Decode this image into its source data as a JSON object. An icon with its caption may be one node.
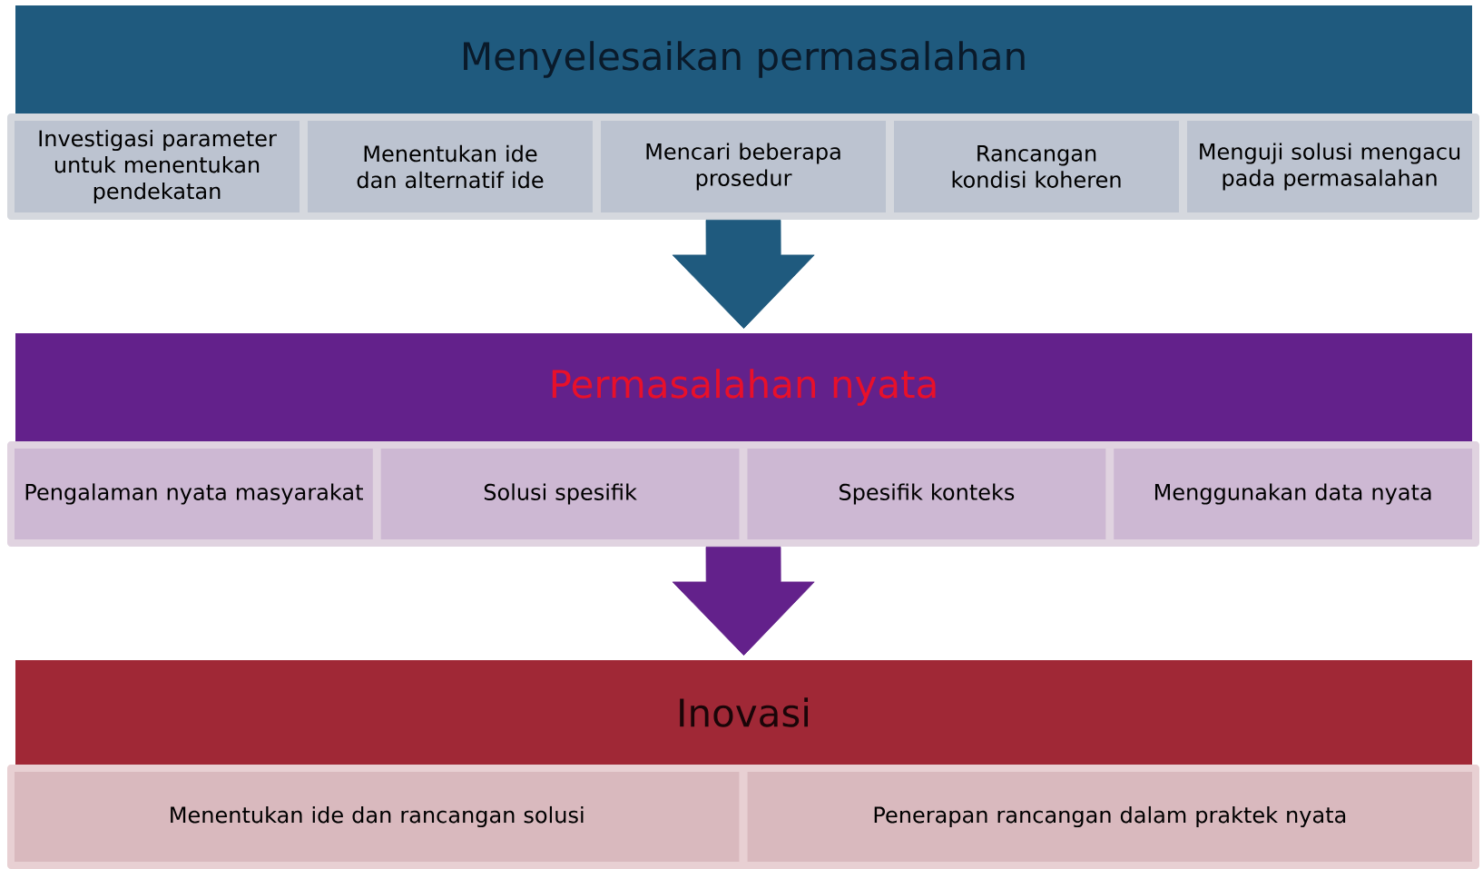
{
  "diagram": {
    "nodes": [
      {
        "text": [
          "Menyelesaikan permasalahan"
        ]
      },
      {
        "text": [],
        "shape": "bar"
      },
      {
        "text": [
          "Investigasi parameter untuk menentukan pendekatan"
        ],
        "in": 1
      },
      {
        "text": [
          "Menentukan ide dan alternatif ide"
        ],
        "in": 1
      },
      {
        "text": [
          "Mencari beberapa prosedur"
        ],
        "in": 1
      },
      {
        "text": [
          "Rancangan kondisi koheren"
        ],
        "in": 1
      },
      {
        "text": [
          "Menguji solusi mengacu pada permasalahan"
        ],
        "in": 1
      },
      {
        "text": [
          "Permasalahan nyata"
        ]
      },
      {
        "text": [],
        "shape": "bar"
      },
      {
        "text": [
          "Pengalaman nyata masyarakat"
        ],
        "in": 8
      },
      {
        "text": [
          "Solusi spesifik"
        ],
        "in": 8
      },
      {
        "text": [
          "Spesifik konteks"
        ],
        "in": 8
      },
      {
        "text": [
          "Menggunakan data nyata"
        ],
        "in": 8
      },
      {
        "text": [
          "Inovasi"
        ]
      },
      {
        "text": [],
        "shape": "bar"
      },
      {
        "text": [
          "Menentukan ide dan rancangan solusi"
        ],
        "in": 14
      },
      {
        "text": [
          "Penerapan rancangan dalam praktek nyata"
        ],
        "in": 14
      }
    ],
    "edges": [
      {
        "from": 1,
        "to": 7,
        "arrow": "to",
        "color": "#1f5a7e"
      },
      {
        "from": 8,
        "to": 13,
        "arrow": "to",
        "color": "#63218b"
      }
    ]
  }
}
